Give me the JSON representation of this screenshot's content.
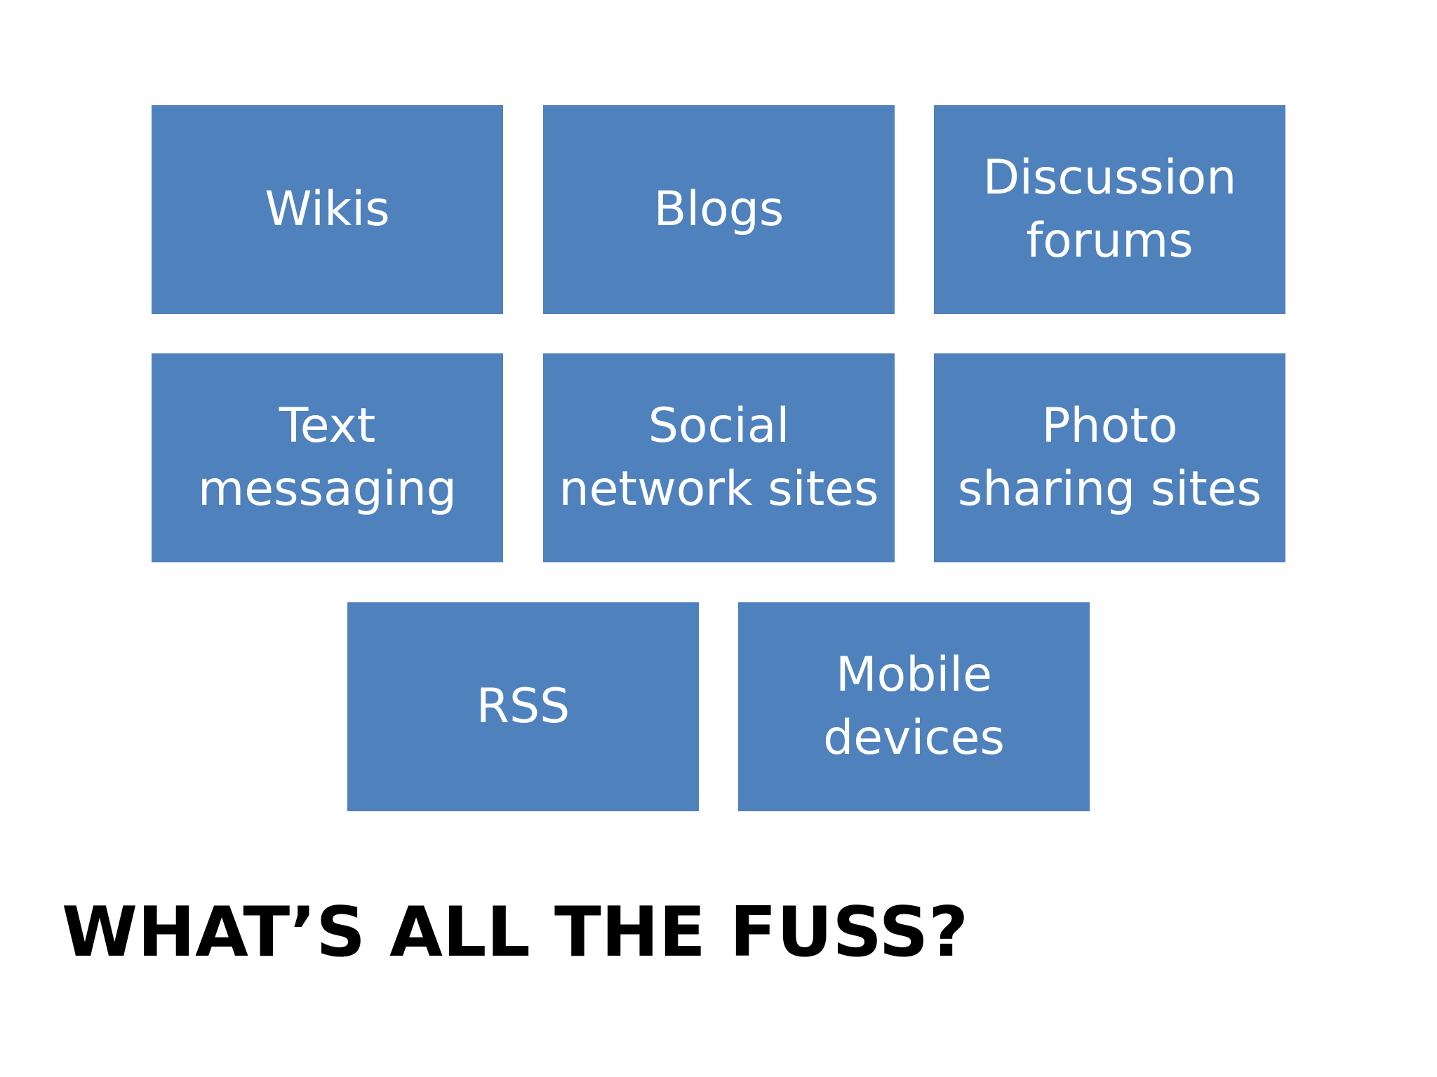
{
  "diagram": {
    "box_color": "#4f81bd",
    "box_text_color": "#ffffff",
    "boxes": [
      {
        "label": "Wikis"
      },
      {
        "label": "Blogs"
      },
      {
        "label": "Discussion\nforums"
      },
      {
        "label": "Text\nmessaging"
      },
      {
        "label": "Social\nnetwork sites"
      },
      {
        "label": "Photo\nsharing sites"
      },
      {
        "label": "RSS"
      },
      {
        "label": "Mobile\ndevices"
      }
    ]
  },
  "title": "WHAT’S ALL THE FUSS?"
}
